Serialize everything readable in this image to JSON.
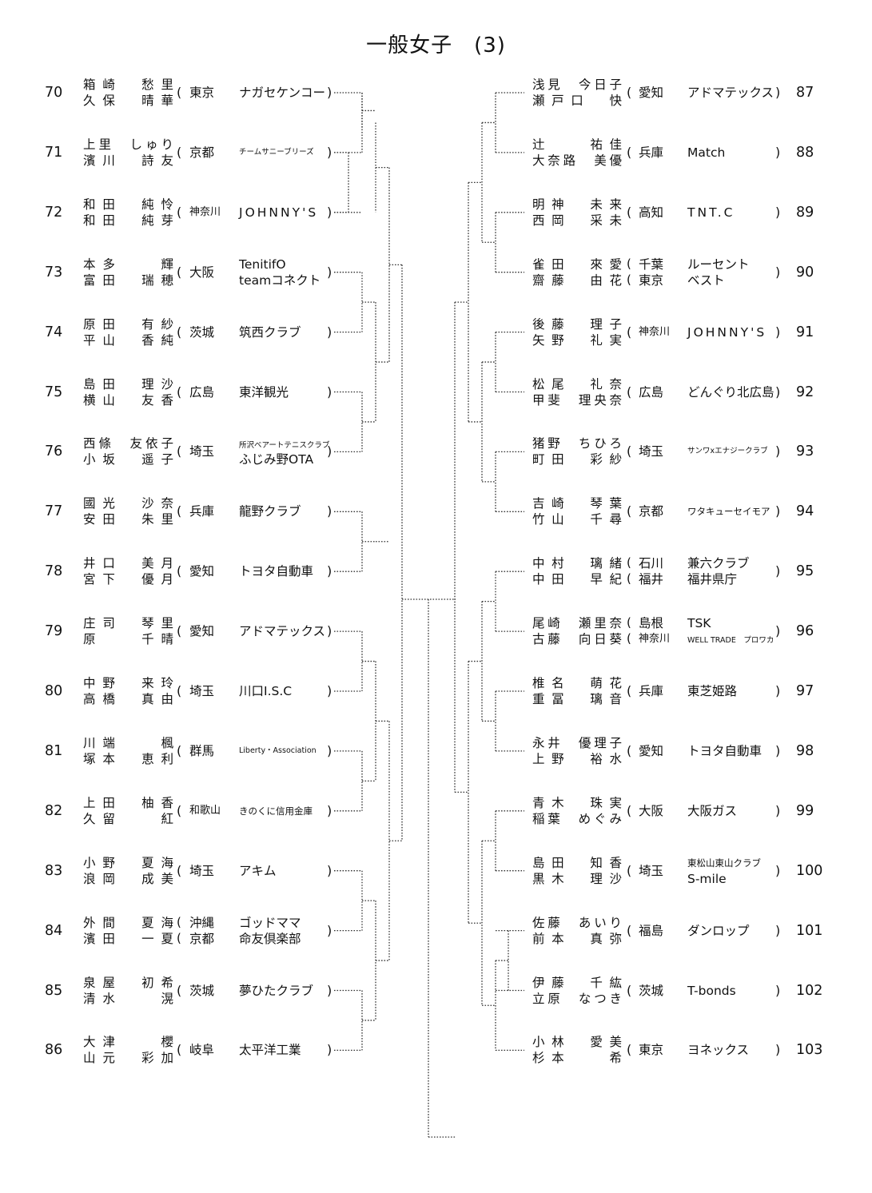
{
  "title": "一般女子　(3)",
  "left": [
    {
      "no": "70",
      "p1": "箱崎　愁里",
      "p2": "久保　晴華",
      "pref": [
        "東京"
      ],
      "club": [
        "ナガセケンコー"
      ],
      "style": ""
    },
    {
      "no": "71",
      "p1": "上里　しゅり",
      "p2": "濱川　詩友",
      "pref": [
        "京都"
      ],
      "club": [
        "チームサニーブリーズ"
      ],
      "style": "xs"
    },
    {
      "no": "72",
      "p1": "和田　純怜",
      "p2": "和田　純芽",
      "pref": [
        "神奈川"
      ],
      "club": [
        "JOHNNY'S"
      ],
      "style": "wide"
    },
    {
      "no": "73",
      "p1": "本多　　輝",
      "p2": "富田　瑞穂",
      "pref": [
        "大阪"
      ],
      "club": [
        "TenitifO",
        "teamコネクト"
      ],
      "style": ""
    },
    {
      "no": "74",
      "p1": "原田　有紗",
      "p2": "平山　香純",
      "pref": [
        "茨城"
      ],
      "club": [
        "筑西クラブ"
      ],
      "style": ""
    },
    {
      "no": "75",
      "p1": "島田　理沙",
      "p2": "横山　友香",
      "pref": [
        "広島"
      ],
      "club": [
        "東洋観光"
      ],
      "style": ""
    },
    {
      "no": "76",
      "p1": "西條　友依子",
      "p2": "小坂　遥子",
      "pref": [
        "埼玉"
      ],
      "club": [
        "所沢ベアートテニスクラブ",
        "ふじみ野OTA"
      ],
      "style": "mix"
    },
    {
      "no": "77",
      "p1": "國光　沙奈",
      "p2": "安田　朱里",
      "pref": [
        "兵庫"
      ],
      "club": [
        "龍野クラブ"
      ],
      "style": ""
    },
    {
      "no": "78",
      "p1": "井口　美月",
      "p2": "宮下　優月",
      "pref": [
        "愛知"
      ],
      "club": [
        "トヨタ自動車"
      ],
      "style": ""
    },
    {
      "no": "79",
      "p1": "庄司　琴里",
      "p2": "原　　千晴",
      "pref": [
        "愛知"
      ],
      "club": [
        "アドマテックス"
      ],
      "style": ""
    },
    {
      "no": "80",
      "p1": "中野　来玲",
      "p2": "高橋　真由",
      "pref": [
        "埼玉"
      ],
      "club": [
        "川口I.S.C"
      ],
      "style": ""
    },
    {
      "no": "81",
      "p1": "川端　　楓",
      "p2": "塚本　恵利",
      "pref": [
        "群馬"
      ],
      "club": [
        "Liberty・Association"
      ],
      "style": "xs"
    },
    {
      "no": "82",
      "p1": "上田　柚香",
      "p2": "久留　　紅",
      "pref": [
        "和歌山"
      ],
      "club": [
        "きのくに信用金庫"
      ],
      "style": "sm"
    },
    {
      "no": "83",
      "p1": "小野　夏海",
      "p2": "浪岡　成美",
      "pref": [
        "埼玉"
      ],
      "club": [
        "アキム"
      ],
      "style": ""
    },
    {
      "no": "84",
      "p1": "外間　夏海",
      "p2": "濱田　一夏",
      "pref": [
        "沖縄",
        "京都"
      ],
      "club": [
        "ゴッドママ",
        "命友倶楽部"
      ],
      "style": ""
    },
    {
      "no": "85",
      "p1": "泉屋　初希",
      "p2": "清水　　滉",
      "pref": [
        "茨城"
      ],
      "club": [
        "夢ひたクラブ"
      ],
      "style": ""
    },
    {
      "no": "86",
      "p1": "大津　　櫻",
      "p2": "山元　彩加",
      "pref": [
        "岐阜"
      ],
      "club": [
        "太平洋工業"
      ],
      "style": ""
    }
  ],
  "right": [
    {
      "no": "87",
      "p1": "浅見　今日子",
      "p2": "瀬戸口　快",
      "pref": [
        "愛知"
      ],
      "club": [
        "アドマテックス"
      ],
      "style": ""
    },
    {
      "no": "88",
      "p1": "辻　　祐佳",
      "p2": "大奈路　美優",
      "pref": [
        "兵庫"
      ],
      "club": [
        "Match"
      ],
      "style": ""
    },
    {
      "no": "89",
      "p1": "明神　未来",
      "p2": "西岡　采未",
      "pref": [
        "高知"
      ],
      "club": [
        "TNT.C"
      ],
      "style": "wide"
    },
    {
      "no": "90",
      "p1": "雀田　來愛",
      "p2": "齋藤　由花",
      "pref": [
        "千葉",
        "東京"
      ],
      "club": [
        "ルーセント",
        "ベスト"
      ],
      "style": ""
    },
    {
      "no": "91",
      "p1": "後藤　理子",
      "p2": "矢野　礼実",
      "pref": [
        "神奈川"
      ],
      "club": [
        "JOHNNY'S"
      ],
      "style": "wide"
    },
    {
      "no": "92",
      "p1": "松尾　礼奈",
      "p2": "甲斐　理央奈",
      "pref": [
        "広島"
      ],
      "club": [
        "どんぐり北広島"
      ],
      "style": ""
    },
    {
      "no": "93",
      "p1": "猪野　ちひろ",
      "p2": "町田　彩紗",
      "pref": [
        "埼玉"
      ],
      "club": [
        "サンワxエナジークラブ"
      ],
      "style": "xs"
    },
    {
      "no": "94",
      "p1": "吉崎　琴葉",
      "p2": "竹山　千尋",
      "pref": [
        "京都"
      ],
      "club": [
        "ワタキューセイモア"
      ],
      "style": "sm"
    },
    {
      "no": "95",
      "p1": "中村　璃緒",
      "p2": "中田　早紀",
      "pref": [
        "石川",
        "福井"
      ],
      "club": [
        "兼六クラブ",
        "福井県庁"
      ],
      "style": ""
    },
    {
      "no": "96",
      "p1": "尾崎　瀬里奈",
      "p2": "古藤　向日葵",
      "pref": [
        "島根",
        "神奈川"
      ],
      "club": [
        "TSK",
        "WELL TRADE　プロワカ"
      ],
      "style": "mix2"
    },
    {
      "no": "97",
      "p1": "椎名　萌花",
      "p2": "重冨　璃音",
      "pref": [
        "兵庫"
      ],
      "club": [
        "東芝姫路"
      ],
      "style": ""
    },
    {
      "no": "98",
      "p1": "永井　優理子",
      "p2": "上野　裕水",
      "pref": [
        "愛知"
      ],
      "club": [
        "トヨタ自動車"
      ],
      "style": ""
    },
    {
      "no": "99",
      "p1": "青木　珠実",
      "p2": "稲葉　めぐみ",
      "pref": [
        "大阪"
      ],
      "club": [
        "大阪ガス"
      ],
      "style": ""
    },
    {
      "no": "100",
      "p1": "島田　知香",
      "p2": "黒木　理沙",
      "pref": [
        "埼玉"
      ],
      "club": [
        "東松山東山クラブ",
        "S-mile"
      ],
      "style": "mix3"
    },
    {
      "no": "101",
      "p1": "佐藤　あいり",
      "p2": "前本　真弥",
      "pref": [
        "福島"
      ],
      "club": [
        "ダンロップ"
      ],
      "style": ""
    },
    {
      "no": "102",
      "p1": "伊藤　千紘",
      "p2": "立原　なつき",
      "pref": [
        "茨城"
      ],
      "club": [
        "T-bonds"
      ],
      "style": ""
    },
    {
      "no": "103",
      "p1": "小林　愛美",
      "p2": "杉本　　希",
      "pref": [
        "東京"
      ],
      "club": [
        "ヨネックス"
      ],
      "style": ""
    }
  ]
}
